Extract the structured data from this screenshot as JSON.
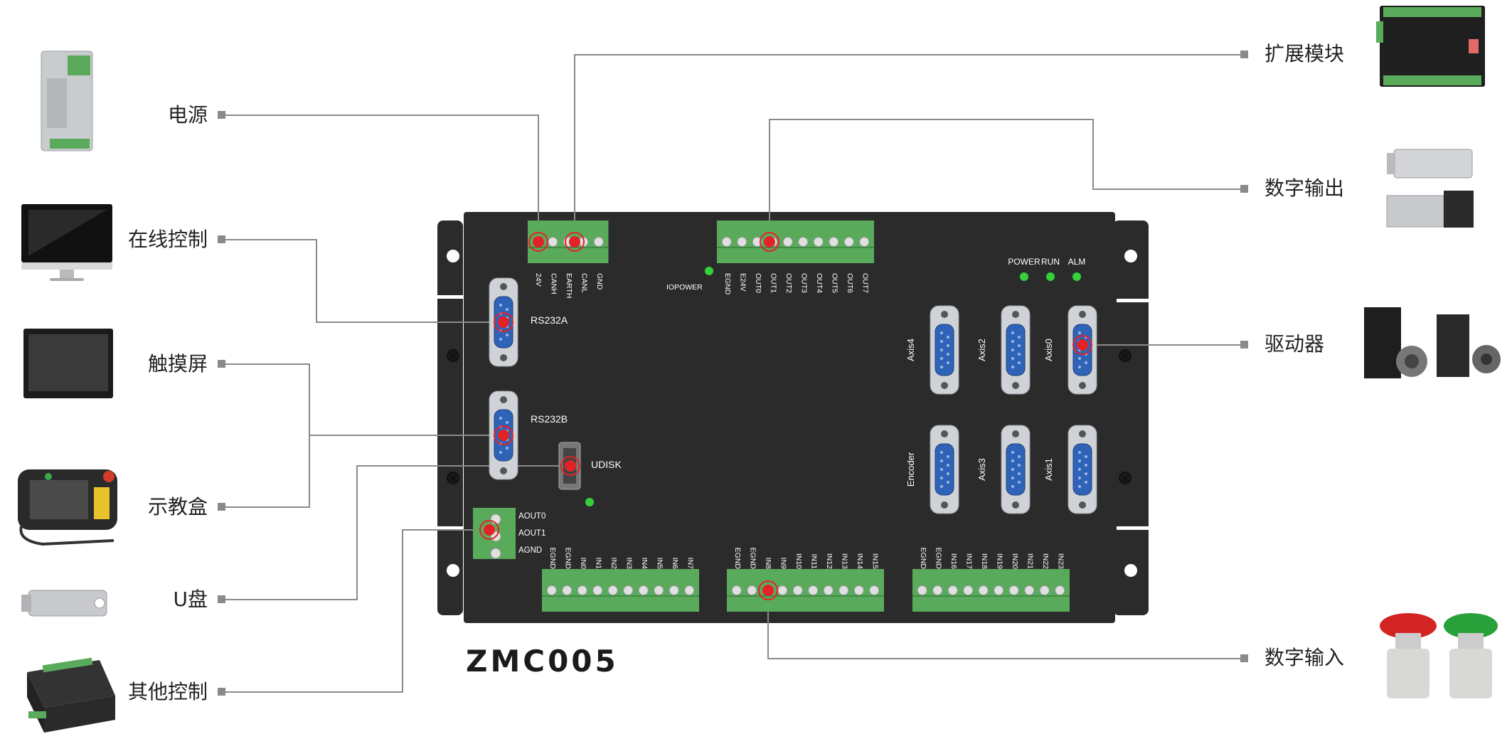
{
  "model": "ZMC005",
  "left_labels": [
    "电源",
    "在线控制",
    "触摸屏",
    "示教盒",
    "U盘",
    "其他控制"
  ],
  "right_labels": [
    "扩展模块",
    "数字输出",
    "驱动器",
    "数字输入"
  ],
  "top_left_terminal": [
    "24V",
    "CANH",
    "EARTH",
    "CANL",
    "GND"
  ],
  "output_terminal": [
    "EGND",
    "E24V",
    "OUT0",
    "OUT1",
    "OUT2",
    "OUT3",
    "OUT4",
    "OUT5",
    "OUT6",
    "OUT7"
  ],
  "iopower_label": "IOPOWER",
  "status_leds": [
    "POWER",
    "RUN",
    "ALM"
  ],
  "rs232a": "RS232A",
  "rs232b": "RS232B",
  "udisk": "UDISK",
  "analog_terminal": [
    "AOUT0",
    "AOUT1",
    "AGND"
  ],
  "axis_row1": [
    "Axis4",
    "Axis2",
    "Axis0"
  ],
  "axis_row2": [
    "Encoder",
    "Axis3",
    "Axis1"
  ],
  "input_block1": [
    "EGND",
    "EGND",
    "IN0",
    "IN1",
    "IN2",
    "IN3",
    "IN4",
    "IN5",
    "IN6",
    "IN7"
  ],
  "input_block2": [
    "EGND",
    "EGND",
    "IN8",
    "IN9",
    "IN10",
    "IN11",
    "IN12",
    "IN13",
    "IN14",
    "IN15"
  ],
  "input_block3": [
    "EGND",
    "EGND",
    "IN16",
    "IN17",
    "IN18",
    "IN19",
    "IN20",
    "IN21",
    "IN22",
    "IN23"
  ],
  "colors": {
    "board": "#2b2b2b",
    "terminal": "#5aaa5c",
    "connector": "#2f63b8",
    "marker": "#e32227",
    "led": "#35d13a",
    "line": "#8a8a8a"
  }
}
